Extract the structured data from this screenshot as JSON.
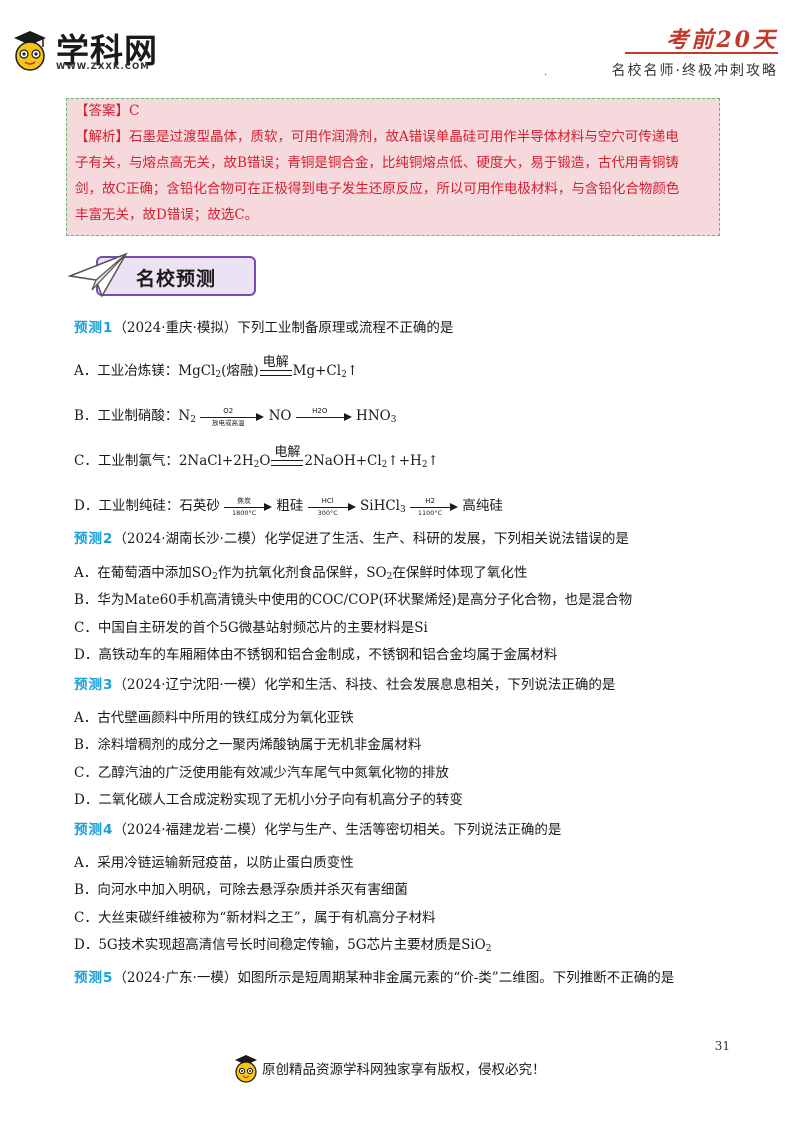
{
  "header": {
    "logo_text": "学科网",
    "logo_url": "WWW.ZXXK.COM",
    "title": "考前20天",
    "subtitle": "名校名师·终极冲刺攻略",
    "dot": "·"
  },
  "answer": {
    "label": "【答案】C",
    "lines": [
      "【解析】石墨是过渡型晶体，质软，可用作润滑剂，故A错误单晶硅可用作半导体材料与空穴可传递电",
      "子有关，与熔点高无关，故B错误；青铜是铜合金，比纯铜熔点低、硬度大，易于锻造，古代用青铜铸",
      "剑，故C正确；含铅化合物可在正极得到电子发生还原反应，所以可用作电极材料，与含铅化合物颜色",
      "丰富无关，故D错误；故选C。"
    ]
  },
  "section": {
    "title": "名校预测"
  },
  "questions": [
    {
      "tag": "预测1",
      "text": "（2024·重庆·模拟）下列工业制备原理或流程不正确的是",
      "options": {
        "a": {
          "prefix": "A．工业冶炼镁：MgCl",
          "sub1": "2",
          "mid": "(熔融)",
          "cond": "电解",
          "product": "Mg+Cl",
          "sub2": "2",
          "tail": "↑"
        },
        "b": {
          "prefix": "B．工业制硝酸：N",
          "sub1": "2",
          "arrow1_top": "O2",
          "arrow1_bot": "放电或高温",
          "mid": "NO",
          "arrow2_top": "H2O",
          "product": "HNO",
          "sub2": "3"
        },
        "c": {
          "prefix": "C．工业制氯气：2NaCl+2H",
          "sub1": "2",
          "mid": "O",
          "cond": "电解",
          "product": "2NaOH+Cl",
          "sub2": "2",
          "tail1": "↑+H",
          "sub3": "2",
          "tail2": "↑"
        },
        "d": {
          "prefix": "D．工业制纯硅：石英砂",
          "arrow1_top": "焦炭",
          "arrow1_bot": "1800°C",
          "mid1": "粗硅",
          "arrow2_top": "HCl",
          "arrow2_bot": "300°C",
          "mid2": "SiHCl",
          "sub1": "3",
          "arrow3_top": "H2",
          "arrow3_bot": "1100°C",
          "product": "高纯硅"
        }
      }
    },
    {
      "tag": "预测2",
      "text": "（2024·湖南长沙·二模）化学促进了生活、生产、科研的发展，下列相关说法错误的是",
      "options": {
        "a": {
          "p1": "A．在葡萄酒中添加SO",
          "s1": "2",
          "p2": "作为抗氧化剂食品保鲜，SO",
          "s2": "2",
          "p3": "在保鲜时体现了氧化性"
        },
        "b": "B．华为Mate60手机高清镜头中使用的COC/COP(环状聚烯烃)是高分子化合物，也是混合物",
        "c": "C．中国自主研发的首个5G微基站射频芯片的主要材料是Si",
        "d": "D．高铁动车的车厢厢体由不锈钢和铝合金制成，不锈钢和铝合金均属于金属材料"
      }
    },
    {
      "tag": "预测3",
      "text": "（2024·辽宁沈阳·一模）化学和生活、科技、社会发展息息相关，下列说法正确的是",
      "options": {
        "a": "A．古代壁画颜料中所用的铁红成分为氧化亚铁",
        "b": "B．涂料增稠剂的成分之一聚丙烯酸钠属于无机非金属材料",
        "c": "C．乙醇汽油的广泛使用能有效减少汽车尾气中氮氧化物的排放",
        "d": "D．二氧化碳人工合成淀粉实现了无机小分子向有机高分子的转变"
      }
    },
    {
      "tag": "预测4",
      "text": "（2024·福建龙岩·二模）化学与生产、生活等密切相关。下列说法正确的是",
      "options": {
        "a": "A．采用冷链运输新冠疫苗，以防止蛋白质变性",
        "b": "B．向河水中加入明矾，可除去悬浮杂质并杀灭有害细菌",
        "c": "C．大丝束碳纤维被称为“新材料之王”，属于有机高分子材料",
        "d": {
          "p1": "D．5G技术实现超高清信号长时间稳定传输，5G芯片主要材质是SiO",
          "s1": "2"
        }
      }
    },
    {
      "tag": "预测5",
      "text": "（2024·广东·一模）如图所示是短周期某种非金属元素的“价-类”二维图。下列推断不正确的是"
    }
  ],
  "footer": {
    "page_number": "31",
    "copyright": "原创精品资源学科网独家享有版权，侵权必究！"
  },
  "colors": {
    "accent_red": "#c0392b",
    "answer_red": "#d42030",
    "tag_blue": "#1aa0d8",
    "box_pink": "#f6d9dd",
    "box_border_green": "#5cbf6a",
    "banner_purple": "#7a4bb0"
  }
}
